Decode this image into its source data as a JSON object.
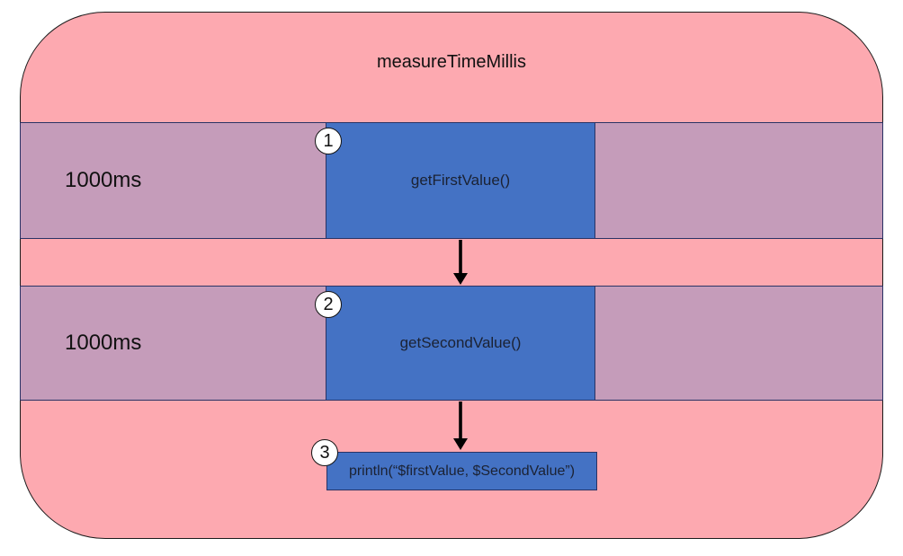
{
  "diagram": {
    "title": "measureTimeMillis",
    "bands": [
      {
        "step": "1",
        "duration": "1000ms",
        "call": "getFirstValue()"
      },
      {
        "step": "2",
        "duration": "1000ms",
        "call": "getSecondValue()"
      }
    ],
    "output": {
      "step": "3",
      "call": "println(“$firstValue, $SecondValue”)"
    },
    "icons": {
      "arrow": "arrow-down-icon"
    },
    "colors": {
      "container": "#fda9b0",
      "band": "#c59cba",
      "box": "#4472c4",
      "band_border": "#2a3365",
      "container_border": "#1c1c1c",
      "box_text": "#1b2233",
      "text": "#111111",
      "arrow": "#000000",
      "badge_bg": "#ffffff"
    }
  }
}
